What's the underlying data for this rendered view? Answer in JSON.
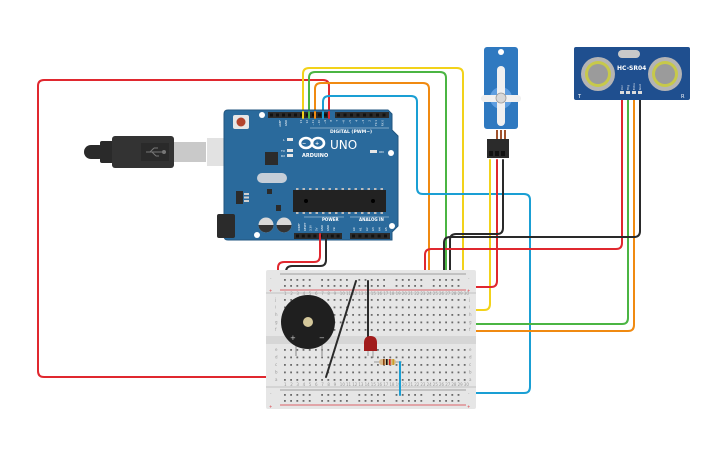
{
  "colors": {
    "background": "#ffffff",
    "arduino_board": "#2a6a9c",
    "arduino_board_edge": "#21567f",
    "header": "#2b2b2b",
    "breadboard": "#e6e6e6",
    "rail_red": "#d9363e",
    "rail_dark": "#555555",
    "servo": "#2f79c0",
    "sensor_board": "#1f4f8f",
    "transducer_ring": "#c7c94a",
    "buzzer": "#1f1f1f",
    "led": "#a11b1b"
  },
  "wire_colors": {
    "red": "#e0282f",
    "black": "#2a2a2a",
    "yellow": "#f2d21a",
    "green": "#4bb543",
    "orange": "#f08a11",
    "blue": "#1a9fd4"
  },
  "arduino": {
    "brand": "ARDUINO",
    "model": "UNO",
    "digital_label": "DIGITAL (PWM~)",
    "power_label": "POWER",
    "analog_label": "ANALOG IN",
    "on_label": "ON",
    "tx_label": "TX",
    "rx_label": "RX",
    "l_label": "L",
    "top_pins": [
      "AREF",
      "GND",
      "13",
      "12",
      "~11",
      "~10",
      "~9",
      "8",
      "7",
      "~6",
      "~5",
      "4",
      "~3",
      "2",
      "TX 1",
      "RX 0"
    ],
    "power_pins": [
      "IOREF",
      "RESET",
      "3.3V",
      "5V",
      "GND",
      "GND",
      "Vin"
    ],
    "analog_pins": [
      "A0",
      "A1",
      "A2",
      "A3",
      "A4",
      "A5"
    ]
  },
  "ultrasonic_sensor": {
    "model": "HC-SR04",
    "transmitter_label": "T",
    "receiver_label": "R",
    "pins": [
      "Vcc",
      "Trig",
      "Echo",
      "Gnd"
    ]
  },
  "breadboard": {
    "rows_top": [
      "j",
      "i",
      "h",
      "g",
      "f"
    ],
    "rows_bottom": [
      "e",
      "d",
      "c",
      "b",
      "a"
    ],
    "rail_minus": "-",
    "rail_plus": "+",
    "columns": 30
  },
  "buzzer": {
    "plus_label": "+",
    "minus_label": "−"
  }
}
